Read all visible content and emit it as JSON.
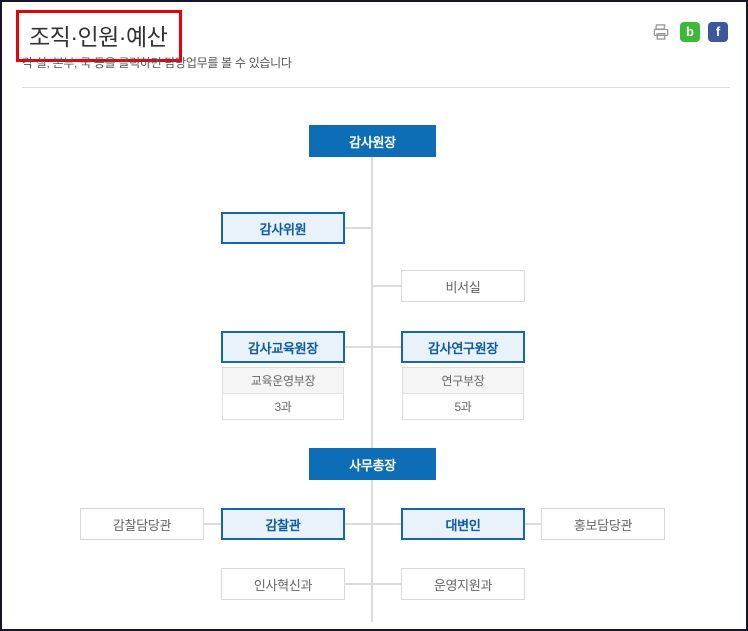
{
  "header": {
    "title": "조직·인원·예산",
    "subtitle": "각 실, 본부, 국 등을 클릭하면 담당업무를 볼 수 있습니다",
    "icons": {
      "print": "printer-icon",
      "blog_label": "b",
      "facebook_label": "f"
    }
  },
  "org_chart": {
    "nodes": {
      "chairman": "감사원장",
      "commissioners": "감사위원",
      "secretariat": "비서실",
      "edu_director": "감사교육원장",
      "edu_dept_head": "교육운영부장",
      "edu_divisions": "3과",
      "research_director": "감사연구원장",
      "research_dept_head": "연구부장",
      "research_divisions": "5과",
      "secretary_general": "사무총장",
      "inspection_officer": "감찰담당관",
      "inspector_general": "감찰관",
      "spokesperson": "대변인",
      "pr_officer": "홍보담당관",
      "hr_innovation_division": "인사혁신과",
      "operations_support_division": "운영지원과"
    },
    "colors": {
      "primary_blue": "#0d6db6",
      "highlight_fill": "#e9f1f9",
      "highlight_border": "#1467ae",
      "highlight_text": "#0b5aa5",
      "plain_border": "#d8d8d8",
      "connector": "#dcdcdc",
      "title_highlight_red": "#e8000b",
      "blog_green": "#3bb937",
      "facebook_blue": "#3a589e"
    }
  }
}
